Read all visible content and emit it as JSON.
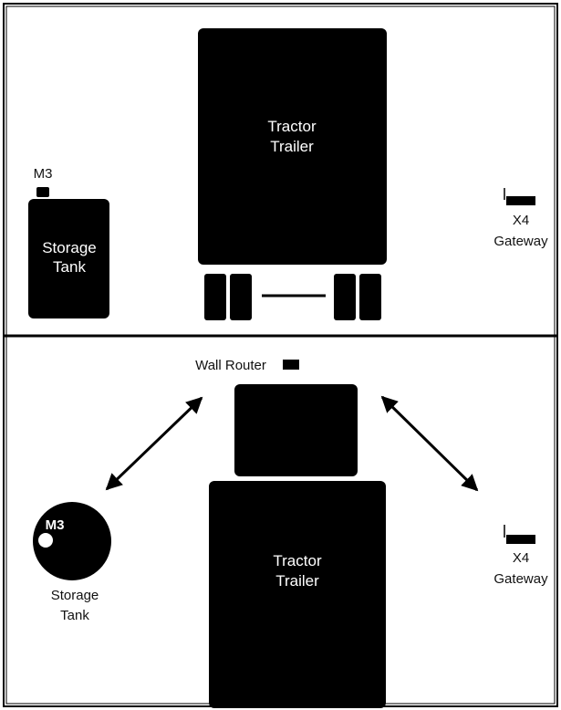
{
  "top_view": {
    "tanker_label": [
      "Tractor",
      "Trailer"
    ],
    "storage_tank_label": [
      "Storage",
      "Tank"
    ],
    "sensor_label": "M3",
    "gateway_label": [
      "X4",
      "Gateway"
    ]
  },
  "side_view": {
    "wall_router_label": "Wall Router",
    "tanker_label": [
      "Tractor",
      "Trailer"
    ],
    "sensor_label": "M3",
    "storage_tank_label": [
      "Storage",
      "Tank"
    ],
    "gateway_label": [
      "X4",
      "Gateway"
    ]
  },
  "colors": {
    "fill": "#000000",
    "background": "#ffffff",
    "text_on_dark": "#ffffff",
    "text": "#111111"
  }
}
